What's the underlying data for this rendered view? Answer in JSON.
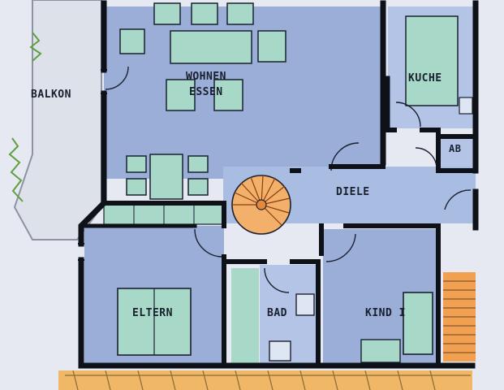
{
  "plan": {
    "labels": {
      "balkon": "BALKON",
      "wohnen": "WOHNEN",
      "essen": "ESSEN",
      "kuche": "KUCHE",
      "ab": "AB",
      "diele": "DIELE",
      "eltern": "ELTERN",
      "bad": "BAD",
      "kind": "KIND I"
    },
    "colors": {
      "paper": "#e6e9f2",
      "room_fill": "#9aaed8",
      "room_fill_light": "#b4c4e6",
      "furniture_fill": "#a8d8c8",
      "wall": "#0e1118",
      "stair": "#e8893a",
      "stair_light": "#f3b06a",
      "terrace": "#f0b766",
      "plant": "#6ab04a"
    }
  }
}
